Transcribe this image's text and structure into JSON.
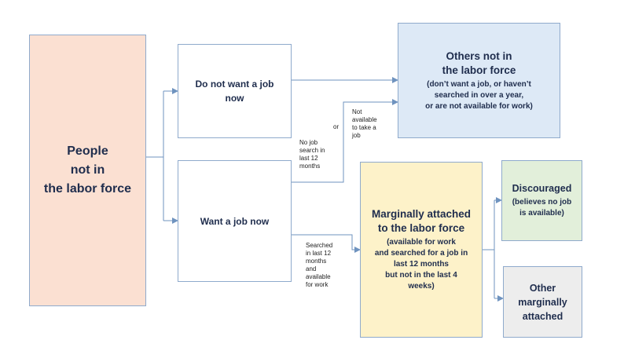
{
  "nodes": {
    "people": {
      "title": "People\nnot in\nthe labor force",
      "color": "#fbe0d2"
    },
    "do_not_want": {
      "title": "Do not want a job\nnow",
      "color": "#ffffff"
    },
    "want_job": {
      "title": "Want a job now",
      "color": "#ffffff"
    },
    "others": {
      "title": "Others not in\nthe labor force",
      "sub": "(don’t want a job, or haven’t\nsearched  in over a year,\nor are not available for work)",
      "color": "#dde9f6"
    },
    "marginal": {
      "title": "Marginally attached\nto the labor force",
      "sub": "(available for work\nand searched for a job in\nlast 12 months\nbut not in the last 4\nweeks)",
      "color": "#fdf2c9"
    },
    "discouraged": {
      "title": "Discouraged",
      "sub": "(believes no job\nis available)",
      "color": "#e2efda"
    },
    "other_marginal": {
      "title": "Other\nmarginally\nattached",
      "color": "#ededed"
    }
  },
  "edge_labels": {
    "not_available": "Not\navailable\nto take a\njob",
    "or": "or",
    "no_search": "No job\nsearch in\nlast 12\nmonths",
    "searched": "Searched\nin last 12\nmonths\nand\navailable\nfor work"
  },
  "colors": {
    "border": "#8faacc",
    "line": "#6f93bf",
    "text": "#1f2d4d"
  }
}
